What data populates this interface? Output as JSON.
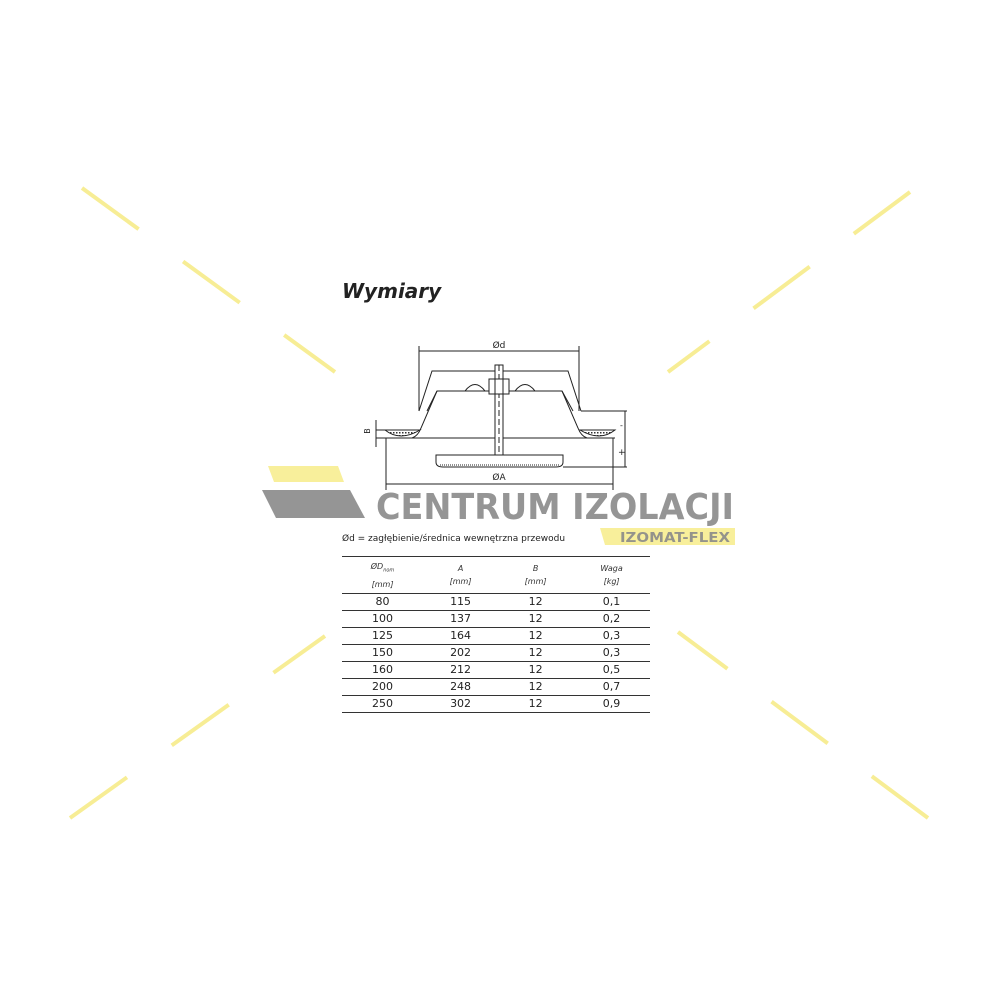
{
  "title": "Wymiary",
  "drawing": {
    "label_d": "Ød",
    "label_a": "ØA",
    "label_b": "B",
    "label_minus": "-",
    "label_plus": "+"
  },
  "note": "Ød = zagłębienie/średnica wewnętrzna przewodu",
  "table": {
    "headers": [
      {
        "name": "ØD",
        "sub": "nom",
        "unit": "[mm]"
      },
      {
        "name": "A",
        "sub": "",
        "unit": "[mm]"
      },
      {
        "name": "B",
        "sub": "",
        "unit": "[mm]"
      },
      {
        "name": "Waga",
        "sub": "",
        "unit": "[kg]"
      }
    ],
    "rows": [
      [
        "80",
        "115",
        "12",
        "0,1"
      ],
      [
        "100",
        "137",
        "12",
        "0,2"
      ],
      [
        "125",
        "164",
        "12",
        "0,3"
      ],
      [
        "150",
        "202",
        "12",
        "0,3"
      ],
      [
        "160",
        "212",
        "12",
        "0,5"
      ],
      [
        "200",
        "248",
        "12",
        "0,7"
      ],
      [
        "250",
        "302",
        "12",
        "0,9"
      ]
    ]
  },
  "watermark": {
    "brand": "CENTRUM IZOLACJI",
    "sub": "IZOMAT-FLEX",
    "yellow": "#f7ec8a",
    "grey": "#8a8a8a"
  }
}
